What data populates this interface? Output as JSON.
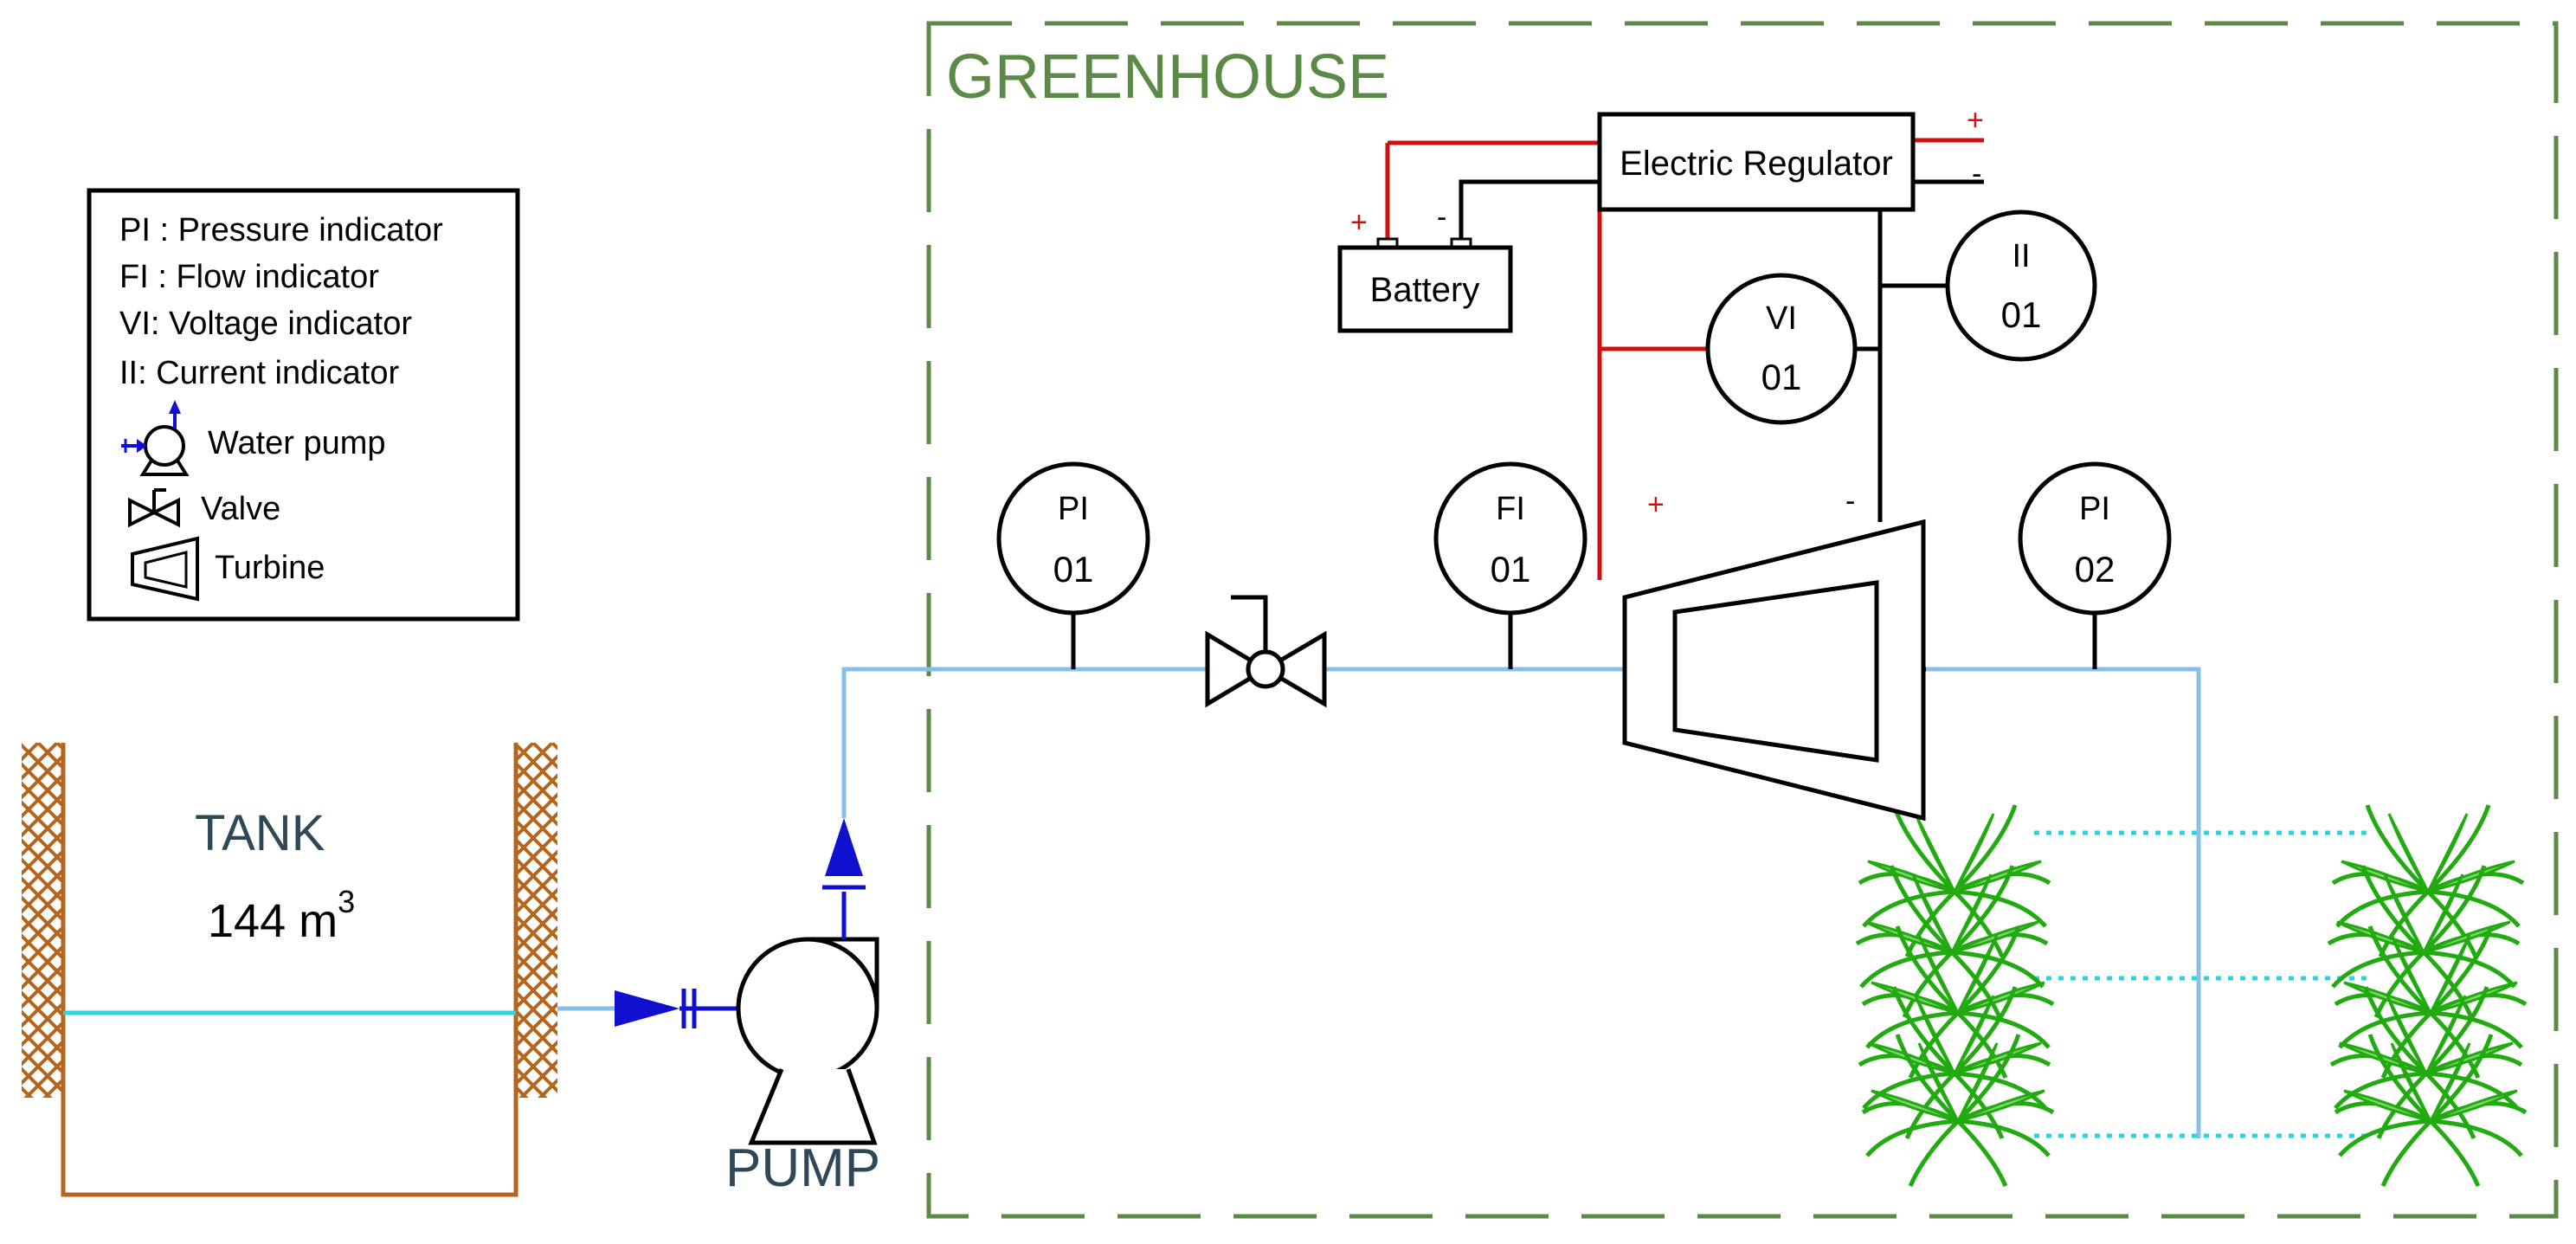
{
  "legend": {
    "pi": "PI : Pressure indicator",
    "fi": "FI : Flow indicator",
    "vi": "VI: Voltage indicator",
    "ii": "II: Current indicator",
    "pump": "Water pump",
    "valve": "Valve",
    "turbine": "Turbine"
  },
  "greenhouse_label": "GREENHOUSE",
  "tank": {
    "label": "TANK",
    "volume": "144 m",
    "volume_sup": "3"
  },
  "pump_label": "PUMP",
  "regulator_label": "Electric Regulator",
  "battery_label": "Battery",
  "instruments": {
    "pi01": {
      "tag": "PI",
      "num": "01"
    },
    "fi01": {
      "tag": "FI",
      "num": "01"
    },
    "pi02": {
      "tag": "PI",
      "num": "02"
    },
    "vi01": {
      "tag": "VI",
      "num": "01"
    },
    "ii01": {
      "tag": "II",
      "num": "01"
    }
  },
  "signs": {
    "plus": "+",
    "minus": "-"
  },
  "colors": {
    "greenhouse_border": "#5a8a46",
    "water_pipe": "#87bfe8",
    "water_level": "#2fd3e0",
    "pump_blue": "#1010d0",
    "tank_brown": "#b5651d",
    "positive_wire": "#d01010",
    "negative_wire": "#000000",
    "plant_green": "#22aa11",
    "text_blue_gray": "#2f4858"
  }
}
